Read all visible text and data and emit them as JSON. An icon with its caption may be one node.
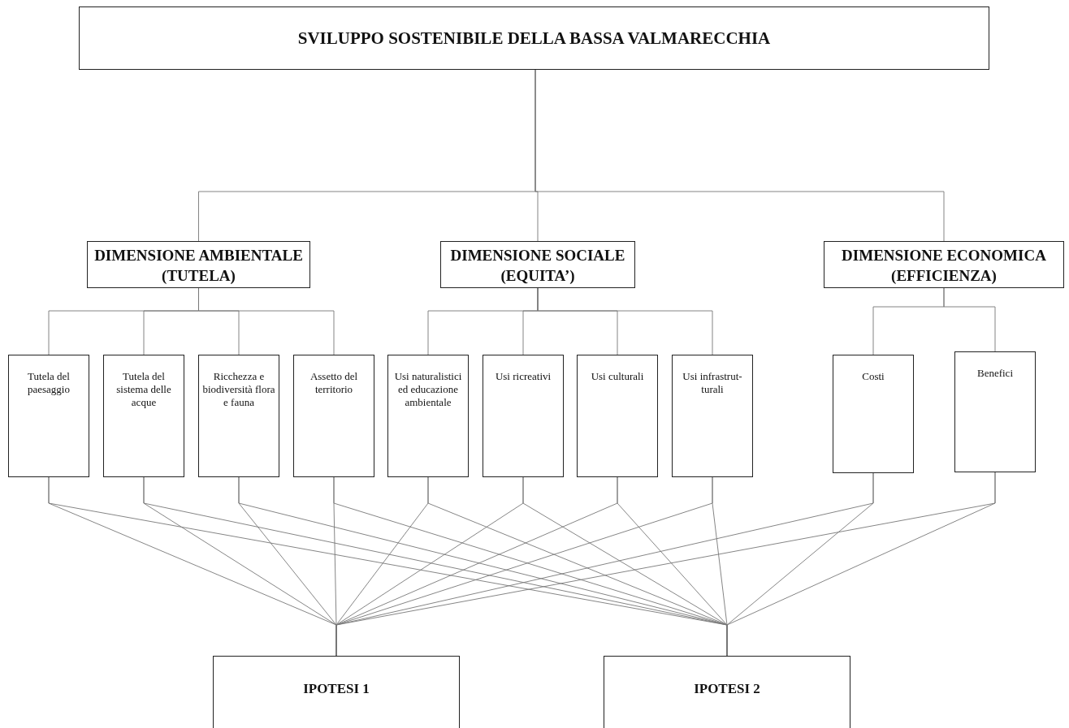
{
  "diagram": {
    "nodes": [
      {
        "text": [
          "SVILUPPO SOSTENIBILE DELLA BASSA VALMARECCHIA"
        ]
      },
      {
        "text": [
          "DIMENSIONE AMBIENTALE (TUTELA)"
        ]
      },
      {
        "text": [
          "DIMENSIONE SOCIALE (EQUITA’)"
        ]
      },
      {
        "text": [
          "DIMENSIONE ECONOMICA (EFFICIENZA)"
        ]
      },
      {
        "text": [
          "Tutela del paesaggio"
        ]
      },
      {
        "text": [
          "Tutela del sistema delle acque"
        ]
      },
      {
        "text": [
          "Ricchezza e biodiversità flora e fauna"
        ]
      },
      {
        "text": [
          "Assetto del territorio"
        ]
      },
      {
        "text": [
          "Usi naturalistici ed educazione ambientale"
        ]
      },
      {
        "text": [
          "Usi ricreativi"
        ]
      },
      {
        "text": [
          "Usi culturali"
        ]
      },
      {
        "text": [
          "Usi infrastrut-turali"
        ]
      },
      {
        "text": [
          "Costi"
        ]
      },
      {
        "text": [
          "Benefici"
        ]
      },
      {
        "text": [
          "IPOTESI 1"
        ]
      },
      {
        "text": [
          "IPOTESI 2"
        ]
      }
    ],
    "edges": [
      {
        "from": 0,
        "to": 1,
        "arrow": "none"
      },
      {
        "from": 0,
        "to": 2,
        "arrow": "none"
      },
      {
        "from": 0,
        "to": 3,
        "arrow": "none"
      },
      {
        "from": 1,
        "to": 4,
        "arrow": "none"
      },
      {
        "from": 1,
        "to": 5,
        "arrow": "none"
      },
      {
        "from": 1,
        "to": 6,
        "arrow": "none"
      },
      {
        "from": 1,
        "to": 7,
        "arrow": "none"
      },
      {
        "from": 2,
        "to": 8,
        "arrow": "none"
      },
      {
        "from": 2,
        "to": 9,
        "arrow": "none"
      },
      {
        "from": 2,
        "to": 10,
        "arrow": "none"
      },
      {
        "from": 2,
        "to": 11,
        "arrow": "none"
      },
      {
        "from": 3,
        "to": 12,
        "arrow": "none"
      },
      {
        "from": 3,
        "to": 13,
        "arrow": "none"
      },
      {
        "from": 4,
        "to": 14,
        "arrow": "none"
      },
      {
        "from": 5,
        "to": 14,
        "arrow": "none"
      },
      {
        "from": 6,
        "to": 14,
        "arrow": "none"
      },
      {
        "from": 7,
        "to": 14,
        "arrow": "none"
      },
      {
        "from": 8,
        "to": 14,
        "arrow": "none"
      },
      {
        "from": 9,
        "to": 14,
        "arrow": "none"
      },
      {
        "from": 10,
        "to": 14,
        "arrow": "none"
      },
      {
        "from": 11,
        "to": 14,
        "arrow": "none"
      },
      {
        "from": 12,
        "to": 14,
        "arrow": "none"
      },
      {
        "from": 13,
        "to": 14,
        "arrow": "none"
      },
      {
        "from": 4,
        "to": 15,
        "arrow": "none"
      },
      {
        "from": 5,
        "to": 15,
        "arrow": "none"
      },
      {
        "from": 6,
        "to": 15,
        "arrow": "none"
      },
      {
        "from": 7,
        "to": 15,
        "arrow": "none"
      },
      {
        "from": 8,
        "to": 15,
        "arrow": "none"
      },
      {
        "from": 9,
        "to": 15,
        "arrow": "none"
      },
      {
        "from": 10,
        "to": 15,
        "arrow": "none"
      },
      {
        "from": 11,
        "to": 15,
        "arrow": "none"
      },
      {
        "from": 12,
        "to": 15,
        "arrow": "none"
      },
      {
        "from": 13,
        "to": 15,
        "arrow": "none"
      }
    ]
  }
}
